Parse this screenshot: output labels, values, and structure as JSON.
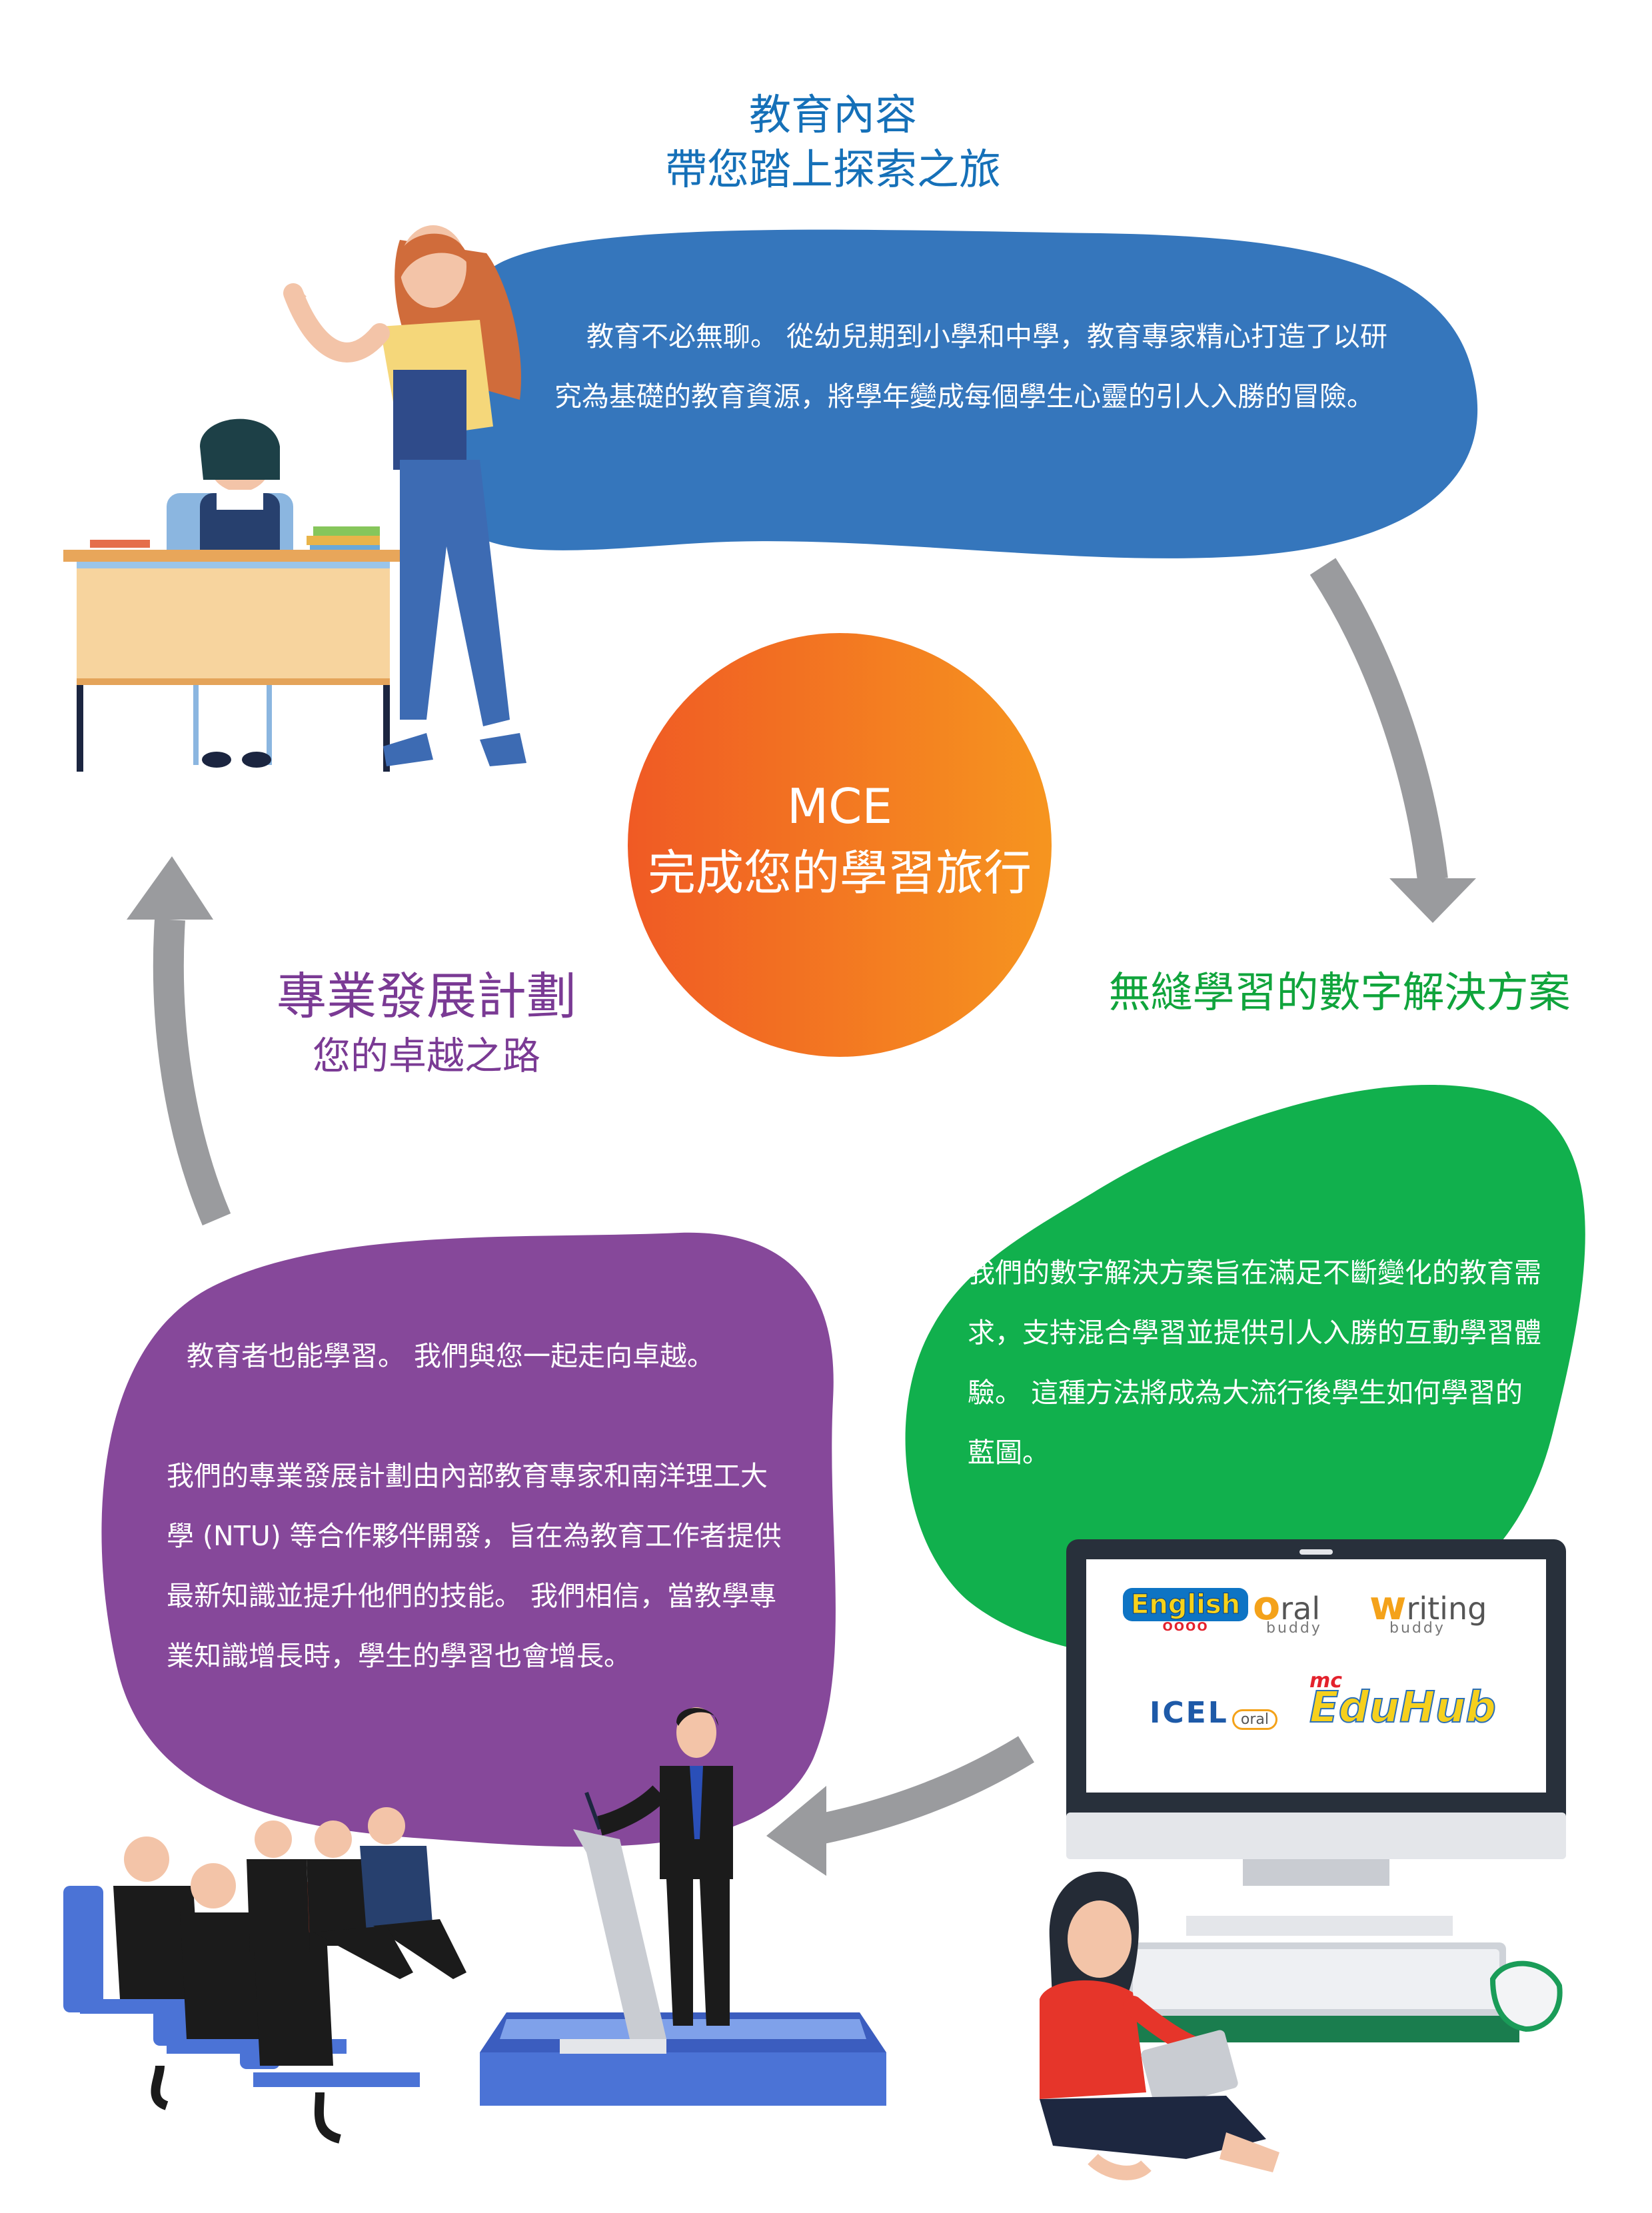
{
  "top": {
    "title": "教育內容",
    "subtitle": "帶您踏上探索之旅",
    "body": "教育不必無聊。 從幼兒期到小學和中學，教育專家精心打造了以研究為基礎的教育資源，將學年變成每個學生心靈的引人入勝的冒險。"
  },
  "center": {
    "line1": "MCE",
    "line2": "完成您的學習旅行"
  },
  "right": {
    "title": "無縫學習的數字解決方案",
    "body": "我們的數字解決方案旨在滿足不斷變化的教育需求，支持混合學習並提供引人入勝的互動學習體驗。 這種方法將成為大流行後學生如何學習的藍圖。"
  },
  "left": {
    "title": "專業發展計劃",
    "subtitle": "您的卓越之路",
    "body1": "教育者也能學習。 我們與您一起走向卓越。",
    "body2": "我們的專業發展計劃由內部教育專家和南洋理工大學 (NTU) 等合作夥伴開發，旨在為教育工作者提供最新知識並提升他們的技能。 我們相信，當教學專業知識增長時，學生的學習也會增長。"
  },
  "logos": {
    "english": "English",
    "english_sub": "OOOO",
    "oral_o": "o",
    "oral_rest": "ral",
    "oral_buddy": "buddy",
    "writing_w": "w",
    "writing_rest": "riting",
    "writing_buddy": "buddy",
    "icel": "ICEL",
    "icel_oral": "oral",
    "mc": "mc",
    "eduhub": "EduHub"
  },
  "colors": {
    "blue_bubble": "#3576bc",
    "green_bubble": "#11b04d",
    "purple_bubble": "#86489a",
    "orange_start": "#f05d23",
    "orange_end": "#f5921e",
    "arrow_gray": "#9a9b9e"
  }
}
